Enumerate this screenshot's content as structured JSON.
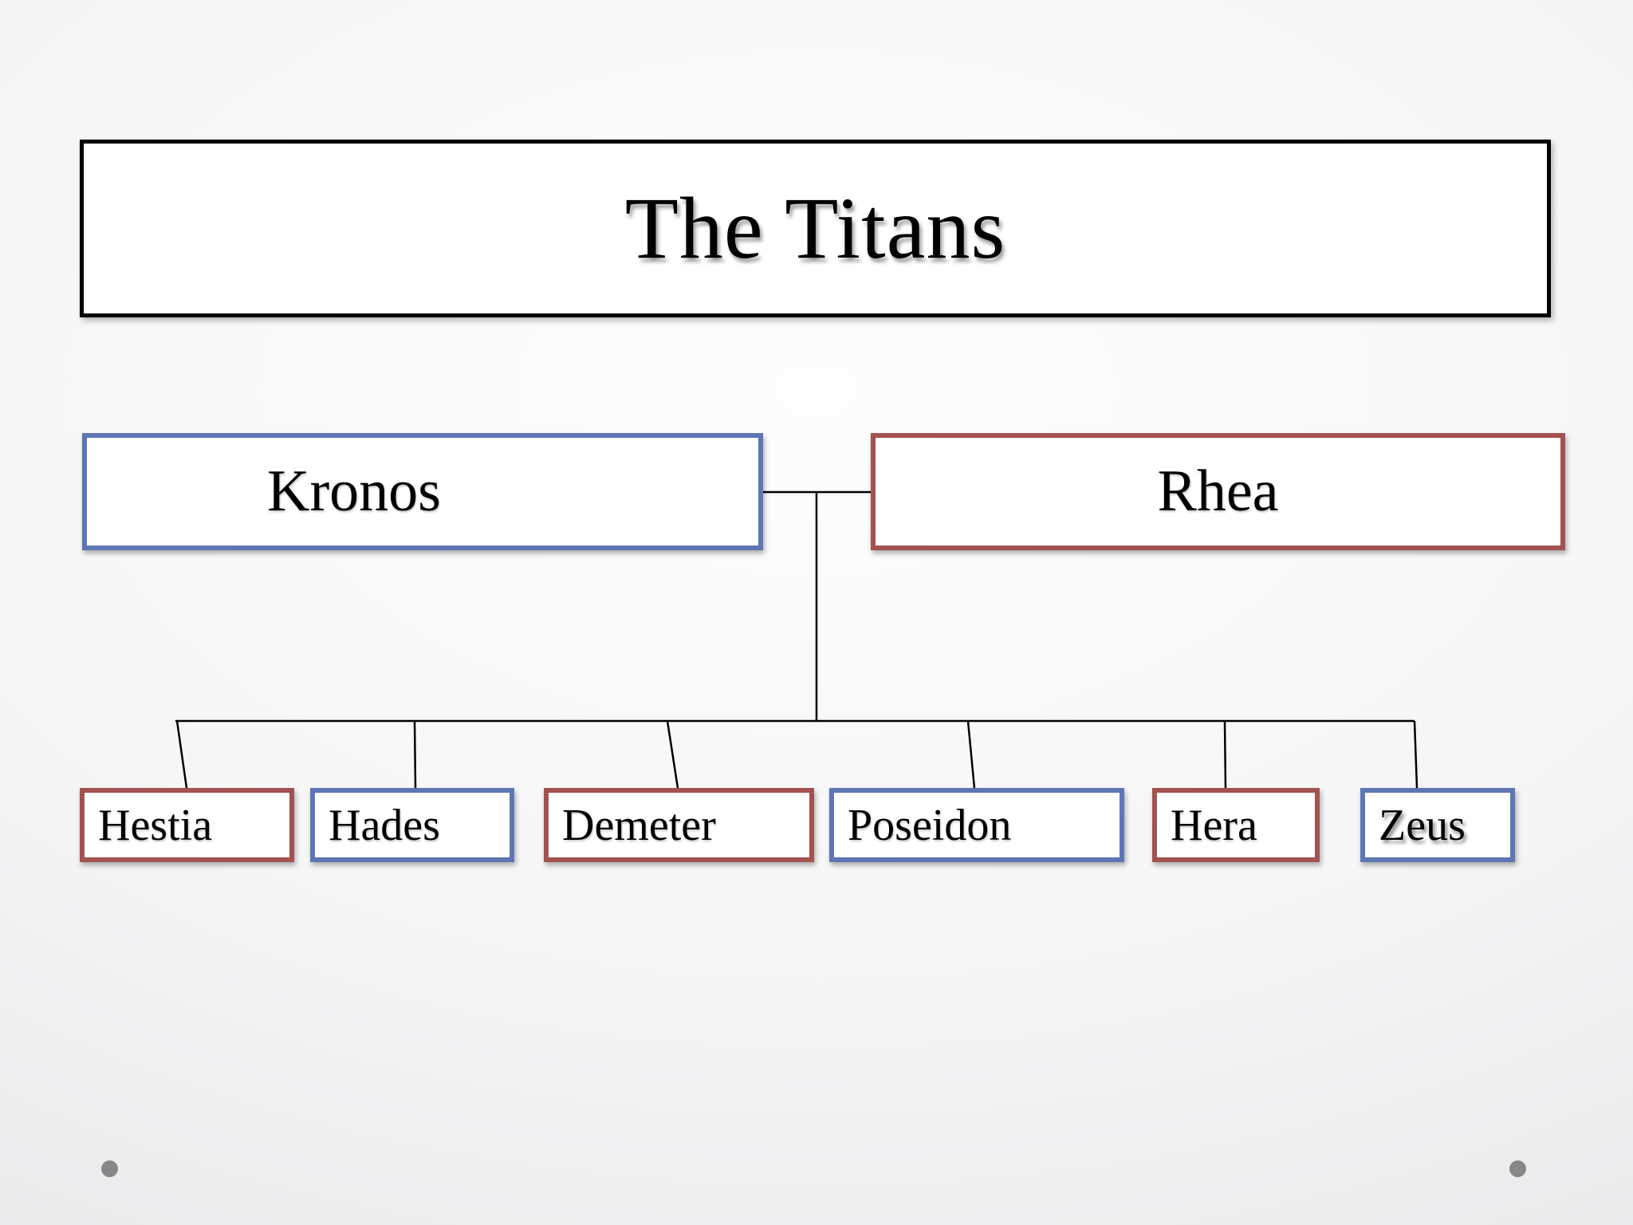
{
  "slide": {
    "title": "The Titans",
    "colors": {
      "accent_blue": "#5e76b4",
      "accent_red": "#a35251",
      "title_border": "#000000",
      "line_black": "#000000",
      "dot_gray": "#87878a"
    },
    "parents": [
      {
        "name": "Kronos",
        "color": "blue"
      },
      {
        "name": "Rhea",
        "color": "red"
      }
    ],
    "children": [
      {
        "name": "Hestia",
        "color": "red"
      },
      {
        "name": "Hades",
        "color": "blue"
      },
      {
        "name": "Demeter",
        "color": "red"
      },
      {
        "name": "Poseidon",
        "color": "blue"
      },
      {
        "name": "Hera",
        "color": "red"
      },
      {
        "name": "Zeus",
        "color": "blue"
      }
    ]
  }
}
